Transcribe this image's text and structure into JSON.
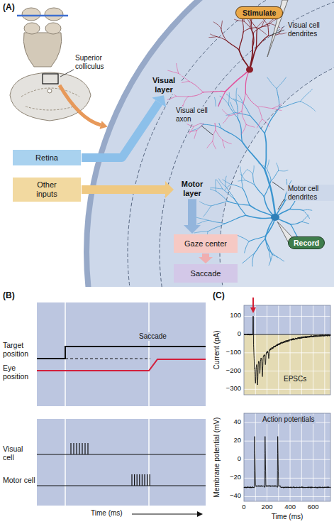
{
  "diagram": {
    "nodes": [
      {
        "text": [
          "Stimulate"
        ]
      },
      {
        "text": [
          "Visual layer"
        ]
      },
      {
        "text": [
          "Retina"
        ]
      },
      {
        "text": [
          "Other inputs"
        ]
      },
      {
        "text": [
          "Motor layer"
        ]
      },
      {
        "text": [
          "Record"
        ]
      },
      {
        "text": [
          "Gaze center"
        ]
      },
      {
        "text": [
          "Saccade"
        ]
      }
    ],
    "edges": [
      {
        "from": 2,
        "to": 1,
        "arrow": "to"
      },
      {
        "from": 3,
        "to": 4,
        "arrow": "to"
      },
      {
        "from": 4,
        "to": 6,
        "arrow": "to"
      },
      {
        "from": 6,
        "to": 7,
        "arrow": "to"
      }
    ],
    "labels": [
      "(A)",
      "Superior colliculus",
      "Visual cell dendrites",
      "Visual cell axon",
      "Motor cell dendrites",
      "(B)",
      "Target position",
      "Eye position",
      "Saccade",
      "Visual cell",
      "Motor cell",
      "Time (ms)",
      "(C)",
      "100",
      "0",
      "−100",
      "−200",
      "−300",
      "Current (pA)",
      "EPSCs",
      "40",
      "20",
      "0",
      "−20",
      "−40",
      "Membrane potential (mV)",
      "Action potentials",
      "0",
      "200",
      "400",
      "600",
      "Time (ms)"
    ]
  }
}
